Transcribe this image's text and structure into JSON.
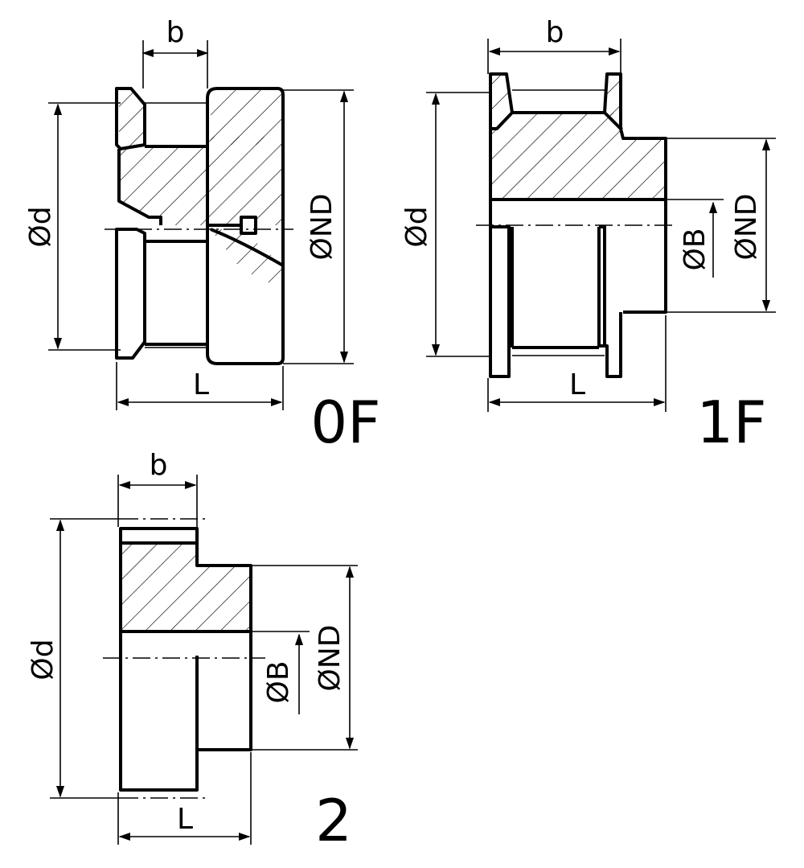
{
  "variants": [
    {
      "type_label": "0F",
      "width_label": "b",
      "outer_dia_label": "Ød",
      "hub_dia_label": "ØND",
      "length_label": "L"
    },
    {
      "type_label": "1F",
      "width_label": "b",
      "outer_dia_label": "Ød",
      "bore_dia_label": "ØB",
      "hub_dia_label": "ØND",
      "length_label": "L"
    },
    {
      "type_label": "2",
      "width_label": "b",
      "outer_dia_label": "Ød",
      "bore_dia_label": "ØB",
      "hub_dia_label": "ØND",
      "length_label": "L"
    }
  ],
  "colors": {
    "line": "#000000",
    "background": "#ffffff"
  }
}
